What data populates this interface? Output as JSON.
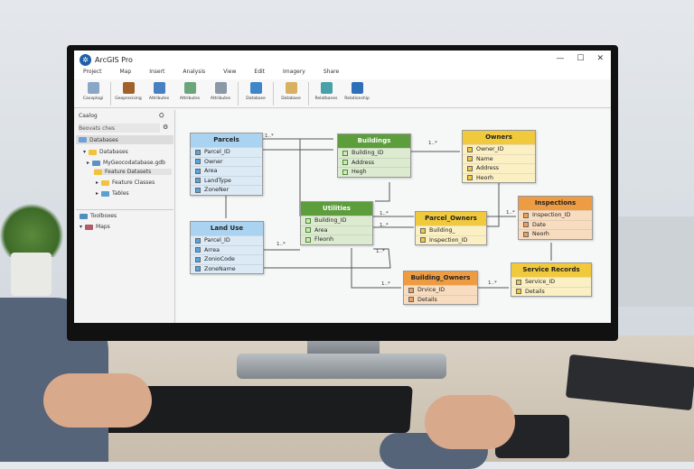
{
  "app": {
    "title": "ArcGIS Pro",
    "window_controls": [
      "—",
      "☐",
      "✕"
    ]
  },
  "menu": [
    "Project",
    "Map",
    "Insert",
    "Analysis",
    "View",
    "Edit",
    "Imagery",
    "Share"
  ],
  "ribbon": [
    {
      "label": "Caxxplogi",
      "icon": "catalog-icon",
      "color": "#8aa7c7"
    },
    {
      "label": "Geoprecising",
      "icon": "geoprocessing-icon",
      "color": "#a0622a"
    },
    {
      "label": "Attributes",
      "icon": "attributes-icon",
      "color": "#4a7fc1"
    },
    {
      "label": "Attributes",
      "icon": "attributes-table-icon",
      "color": "#6aa67a"
    },
    {
      "label": "Attributes",
      "icon": "attributes-edit-icon",
      "color": "#8a98a8"
    },
    {
      "label": "Database",
      "icon": "database-icon",
      "color": "#3f86c9"
    },
    {
      "label": "Database",
      "icon": "database-map-icon",
      "color": "#d8b060"
    },
    {
      "label": "Relatbanes",
      "icon": "relationship-classes-icon",
      "color": "#4aa0a8"
    },
    {
      "label": "Relationship",
      "icon": "relationship-icon",
      "color": "#2f6fb8"
    }
  ],
  "catalog": {
    "title": "Caalog",
    "search_placeholder": "Beovats ches",
    "items": [
      {
        "label": "Databases",
        "icon": "database-icon"
      },
      {
        "label": "Databases",
        "icon": "folder-icon"
      },
      {
        "label": "MyGeocodatabase.gdb",
        "icon": "geodatabase-icon"
      },
      {
        "label": "Feature Datasets",
        "icon": "folder-icon"
      },
      {
        "label": "Feature Classes",
        "icon": "folder-icon"
      },
      {
        "label": "Tables",
        "icon": "tables-icon"
      },
      {
        "label": "Toolboxes",
        "icon": "toolbox-icon"
      },
      {
        "label": "Maps",
        "icon": "map-icon"
      }
    ]
  },
  "tables": {
    "parcels": {
      "name": "Parcels",
      "color": "blue",
      "fields": [
        "Parcel_ID",
        "Owner",
        "Area",
        "LandType",
        "ZoneNer"
      ]
    },
    "buildings": {
      "name": "Buildings",
      "color": "green",
      "fields": [
        "Building_ID",
        "Address",
        "Hegh"
      ]
    },
    "owners": {
      "name": "Owners",
      "color": "yellow",
      "fields": [
        "Owner_ID",
        "Name",
        "Address",
        "Heorh"
      ]
    },
    "utilities": {
      "name": "Utilities",
      "color": "green",
      "fields": [
        "Building_ID",
        "Area",
        "Fleonh"
      ]
    },
    "landuse": {
      "name": "Land Use",
      "color": "blue",
      "fields": [
        "Parcel_ID",
        "Arrea",
        "ZonioCode",
        "ZoneName"
      ]
    },
    "parcel_owners": {
      "name": "Parcel_Owners",
      "color": "yellow",
      "fields": [
        "Building_",
        "Inspection_ID"
      ]
    },
    "inspections": {
      "name": "Inspections",
      "color": "orange",
      "fields": [
        "Inspection_ID",
        "Date",
        "Neorh"
      ]
    },
    "building_owners": {
      "name": "Building_Owners",
      "color": "orange",
      "fields": [
        "Drvice_ID",
        "Details"
      ]
    },
    "service_records": {
      "name": "Service Records",
      "color": "yellow",
      "fields": [
        "Service_ID",
        "Details"
      ]
    }
  },
  "relationship_label": "1..*"
}
